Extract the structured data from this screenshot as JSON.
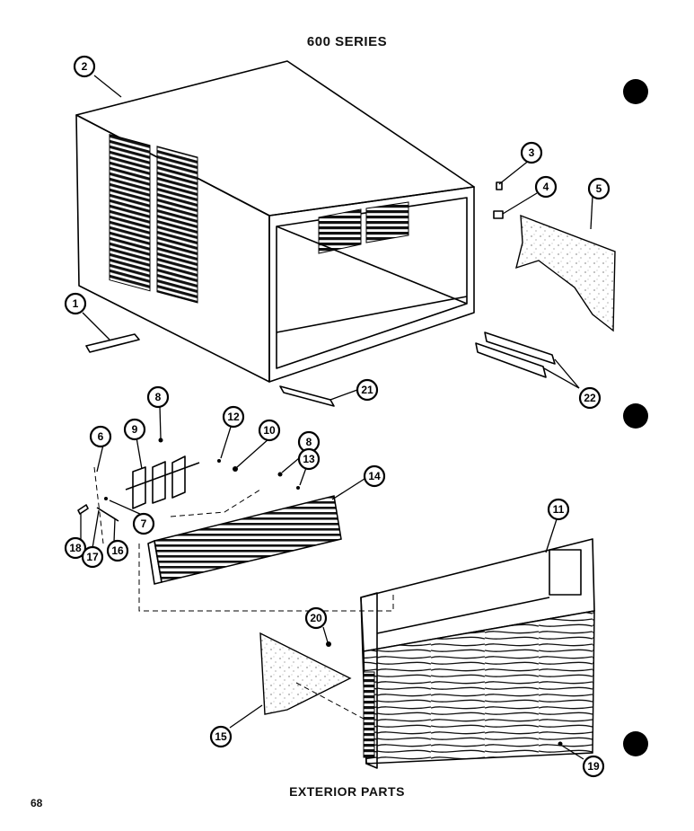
{
  "header": {
    "title": "600 SERIES"
  },
  "footer": {
    "caption": "EXTERIOR PARTS",
    "page_number": "68"
  },
  "callouts": {
    "c1": "1",
    "c2": "2",
    "c3": "3",
    "c4": "4",
    "c5": "5",
    "c6": "6",
    "c7": "7",
    "c8a": "8",
    "c8b": "8",
    "c9": "9",
    "c10": "10",
    "c11": "11",
    "c12": "12",
    "c13": "13",
    "c14": "14",
    "c15": "15",
    "c16": "16",
    "c17": "17",
    "c18": "18",
    "c19": "19",
    "c20": "20",
    "c21": "21",
    "c22": "22"
  }
}
